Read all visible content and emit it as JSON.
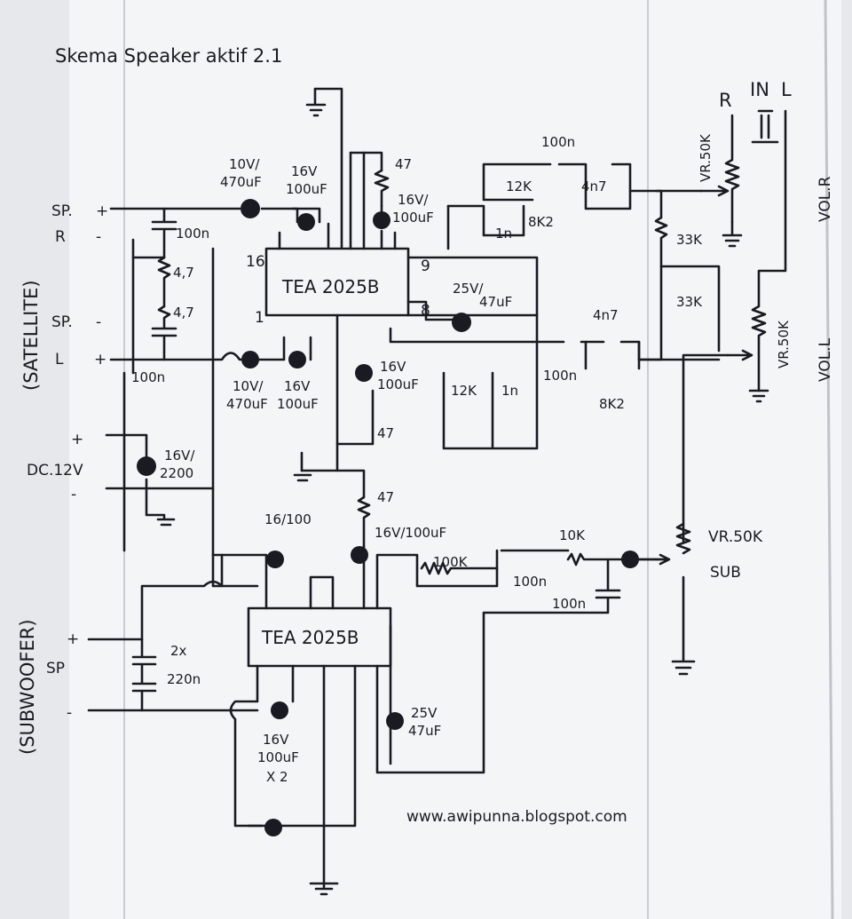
{
  "title": "Skema Speaker aktif 2.1",
  "website": "www.awipunna.blogspot.com",
  "sections": {
    "satellite": "(SATELLITE)",
    "subwoofer": "(SUBWOOFER)"
  },
  "chips": {
    "upper": "TEA 2025B",
    "lower": "TEA 2025B"
  },
  "pins": {
    "p16": "16",
    "p1": "1",
    "p9": "9",
    "p8": "8"
  },
  "inputs": {
    "r": "R",
    "in": "IN",
    "l": "L"
  },
  "terminals": {
    "sp_r_a": "SP.",
    "sp_r_b": "R",
    "sp_l_a": "SP.",
    "sp_l_b": "L",
    "dc": "DC.12V",
    "sub_sp": "SP",
    "plus1": "+",
    "minus1": "-",
    "minus2": "-",
    "plus2": "+",
    "plus3": "+",
    "minus3": "-",
    "plus4": "+",
    "minus4": "-"
  },
  "labels": {
    "c_10v470_top_a": "10V/",
    "c_10v470_top_b": "470uF",
    "c_16v100_top_a": "16V",
    "c_16v100_top_b": "100uF",
    "c_16v100_fb_a": "16V/",
    "c_16v100_fb_b": "100uF",
    "r_47_top": "47",
    "c_100n_top": "100n",
    "r_12k_top": "12K",
    "c_4n7_top": "4n7",
    "c_1n_top": "1n",
    "r_8k2_top": "8K2",
    "c_25v47_a": "25V/",
    "c_25v47_b": "47uF",
    "r_33k_a": "33K",
    "r_33k_b": "33K",
    "vr_r": "VR.50K",
    "vol_r": "VOL.R",
    "vr_l": "VR.50K",
    "vol_l": "VOL.L",
    "c_100n_zobel": "100n",
    "r_4_7_a": "4,7",
    "r_4_7_b": "4,7",
    "c_100n_zobel2": "100n",
    "c_10v470_bot_a": "10V/",
    "c_10v470_bot_b": "470uF",
    "c_16v100_bot_a": "16V",
    "c_16v100_bot_b": "100uF",
    "c_16v100_mid_a": "16V",
    "c_16v100_mid_b": "100uF",
    "r_12k_bot": "12K",
    "c_1n_bot": "1n",
    "r_47_mid": "47",
    "c_4n7_bot": "4n7",
    "c_100n_bot": "100n",
    "r_8k2_bot": "8K2",
    "c_2200_a": "16V/",
    "c_2200_b": "2200",
    "r_47_sub": "47",
    "c_16_100": "16/100",
    "c_16v100_sub": "16V/100uF",
    "r_100k": "100K",
    "c_100n_sub": "100n",
    "r_10k": "10K",
    "c_100n_sub2": "100n",
    "vr_sub": "VR.50K",
    "sub": "SUB",
    "c_2x_a": "2x",
    "c_2x_b": "220n",
    "c_25v47_sub_a": "25V",
    "c_25v47_sub_b": "47uF",
    "c_x2_a": "16V",
    "c_x2_b": "100uF",
    "c_x2_c": "X 2"
  }
}
